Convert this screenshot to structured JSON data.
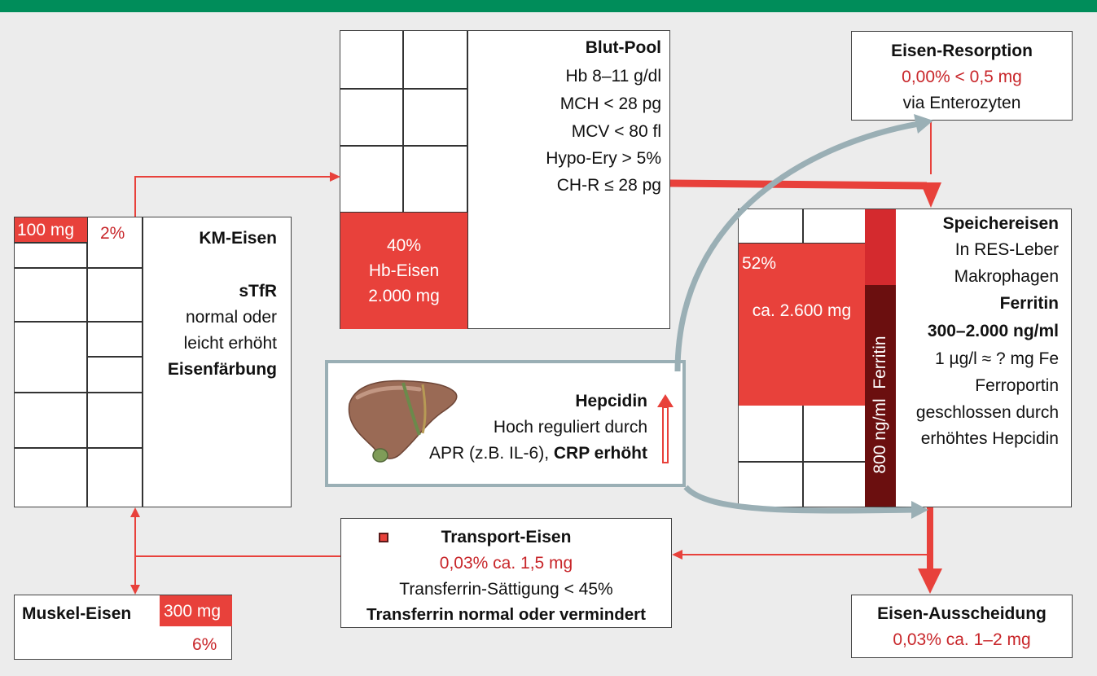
{
  "colors": {
    "header": "#008d5a",
    "background": "#ececec",
    "iron_fill": "#e8413b",
    "flow_arrow": "#e8413b",
    "hepcidin_arrow": "#9aafb5",
    "ferritin_bar_top": "#d42a2e",
    "ferritin_bar": "#6b0f0f",
    "accent_text": "#c8262a"
  },
  "blut_pool": {
    "title": "Blut-Pool",
    "lines": [
      "Hb 8–11 g/dl",
      "MCH < 28 pg",
      "MCV < 80 fl",
      "Hypo-Ery > 5%",
      "CH-R ≤ 28 pg"
    ],
    "fill_percent": "40%",
    "fill_name": "Hb-Eisen",
    "fill_amount": "2.000 mg"
  },
  "resorption": {
    "title": "Eisen-Resorption",
    "value": "0,00% < 0,5 mg",
    "via": "via Enterozyten"
  },
  "km_eisen": {
    "amount": "100 mg",
    "percent": "2%",
    "title": "KM-Eisen",
    "stfr": "sTfR",
    "line1": "normal oder",
    "line2": "leicht erhöht",
    "stain": "Eisenfärbung"
  },
  "speicher": {
    "title": "Speichereisen",
    "line1": "In RES-Leber",
    "line2": "Makrophagen",
    "ferritin": "Ferritin",
    "ferritin_range": "300–2.000 ng/ml",
    "conversion": "1 µg/l ≈ ? mg Fe",
    "line3": "Ferroportin",
    "line4": "geschlossen durch",
    "line5": "erhöhtes Hepcidin",
    "fill_percent": "52%",
    "fill_amount": "ca. 2.600 mg",
    "bar_label": "800 ng/ml  Ferritin"
  },
  "hepcidin": {
    "title": "Hepcidin",
    "line1": "Hoch reguliert durch",
    "line2_plain": "APR (z.B. IL-6), ",
    "line2_bold": "CRP erhöht"
  },
  "transport": {
    "title": "Transport-Eisen",
    "value": "0,03% ca. 1,5 mg",
    "saturation": "Transferrin-Sättigung < 45%",
    "transferrin": "Transferrin normal oder vermindert"
  },
  "muskel": {
    "title": "Muskel-Eisen",
    "amount": "300 mg",
    "percent": "6%"
  },
  "ausscheidung": {
    "title": "Eisen-Ausscheidung",
    "value": "0,03% ca. 1–2 mg"
  }
}
